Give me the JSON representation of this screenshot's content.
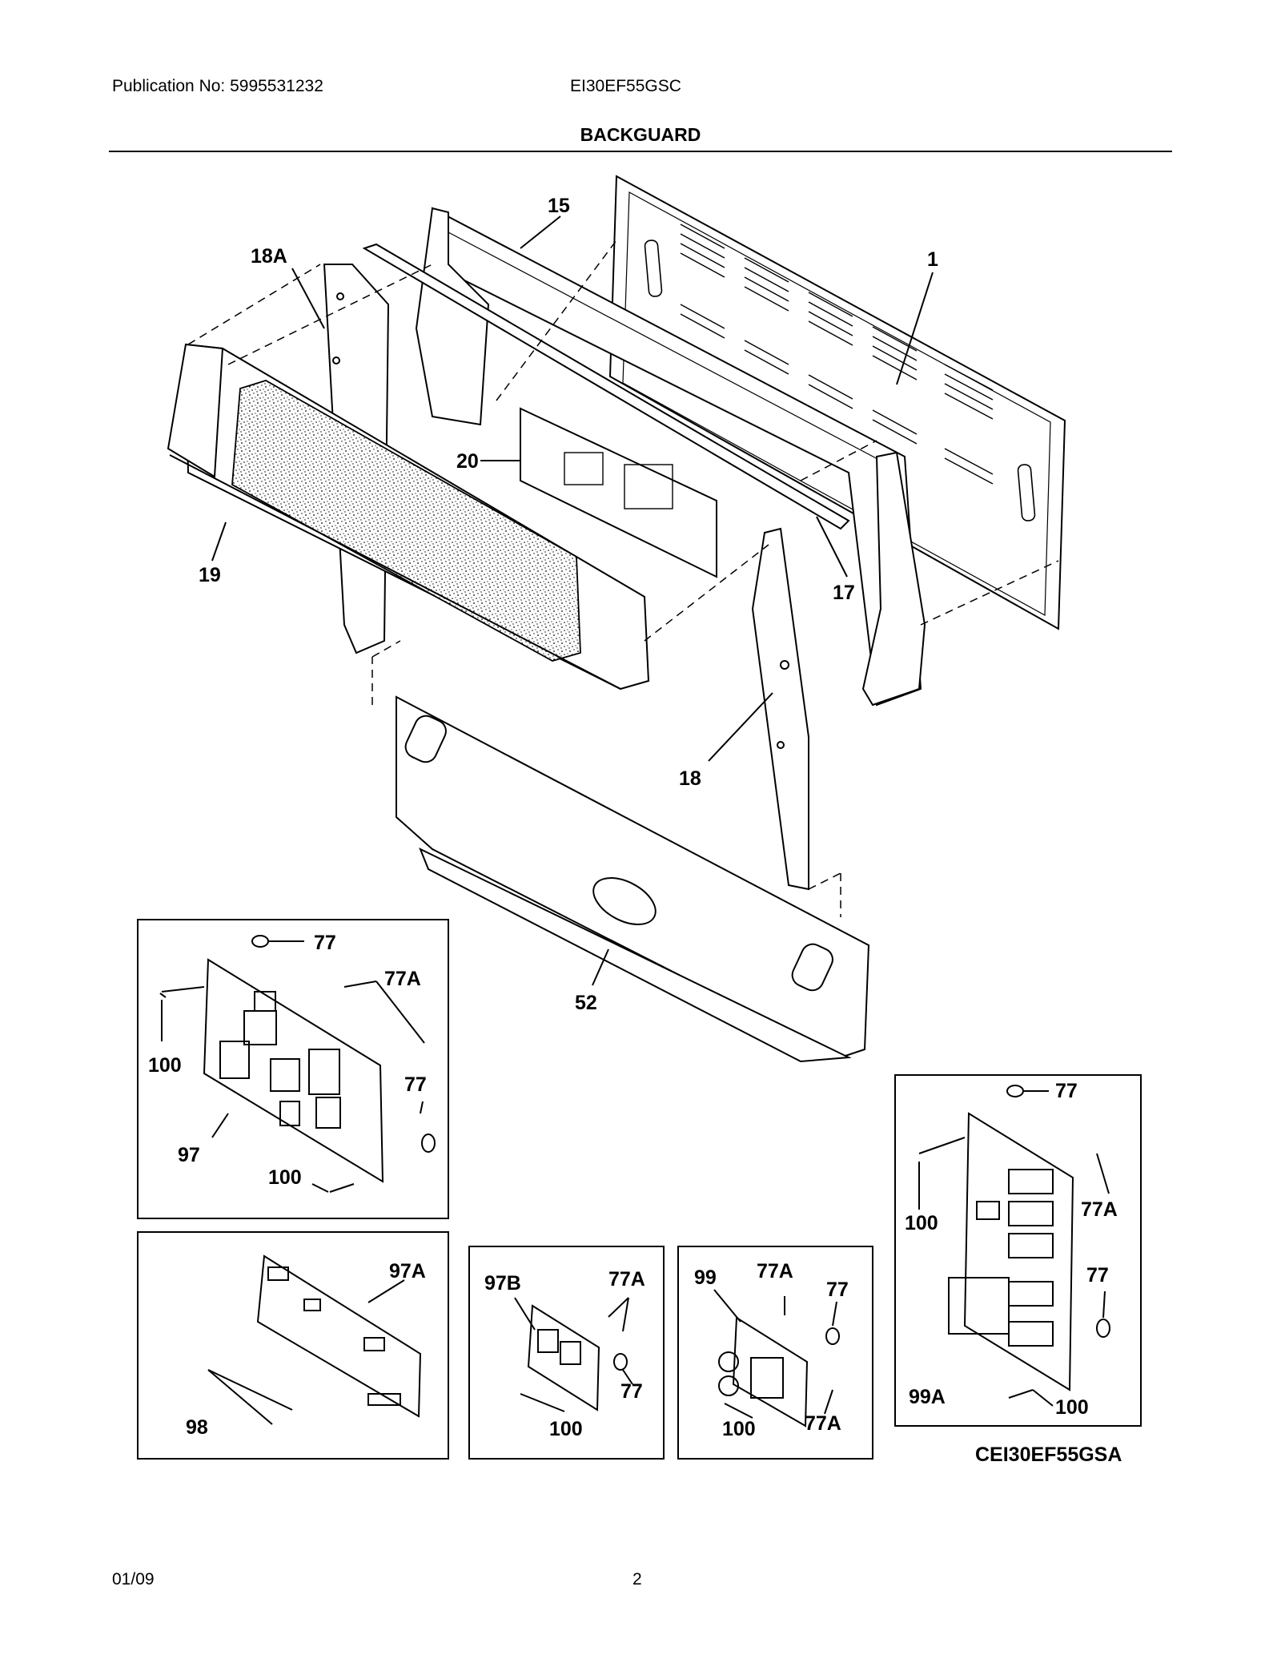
{
  "header": {
    "publication": "Publication No: 5995531232",
    "model": "EI30EF55GSC",
    "title": "BACKGUARD"
  },
  "footer": {
    "date": "01/09",
    "page": "2"
  },
  "reference_code": "CEI30EF55GSA",
  "callouts": {
    "c15": "15",
    "c18a": "18A",
    "c1": "1",
    "c20": "20",
    "c19": "19",
    "c17": "17",
    "c18": "18",
    "c52": "52",
    "inset1": {
      "a": "77",
      "b": "77A",
      "c": "100",
      "d": "77",
      "e": "97",
      "f": "100"
    },
    "inset2": {
      "a": "97A",
      "b": "98"
    },
    "inset3": {
      "a": "97B",
      "b": "77A",
      "c": "77",
      "d": "100"
    },
    "inset4": {
      "a": "99",
      "b": "77A",
      "c": "77",
      "d": "100",
      "e": "77A"
    },
    "inset5": {
      "a": "77",
      "b": "100",
      "c": "77A",
      "d": "77",
      "e": "99A",
      "f": "100"
    }
  }
}
